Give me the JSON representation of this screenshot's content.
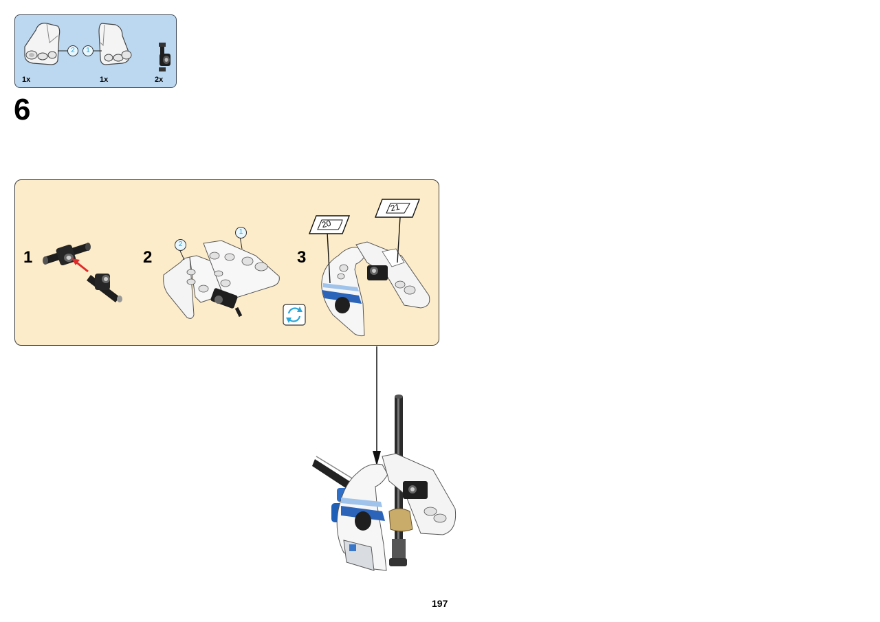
{
  "parts_list": {
    "items": [
      {
        "part": "white-panel-left",
        "quantity": "1x",
        "callout": "2"
      },
      {
        "part": "white-panel-right",
        "quantity": "1x",
        "callout": "1"
      },
      {
        "part": "black-connector",
        "quantity": "2x"
      }
    ]
  },
  "step": {
    "number": "6"
  },
  "sub_assembly": {
    "steps": [
      {
        "number": "1"
      },
      {
        "number": "2",
        "callouts": [
          "2",
          "1"
        ]
      },
      {
        "number": "3",
        "sticker_labels": [
          "20",
          "21"
        ]
      }
    ],
    "rotate_icon": "rotate-model-icon"
  },
  "page": {
    "number": "197"
  },
  "colors": {
    "parts_bg": "#bcd8f0",
    "sub_bg": "#fdecc9",
    "callout": "#2aa6d8",
    "arrow": "#e02a2a"
  }
}
